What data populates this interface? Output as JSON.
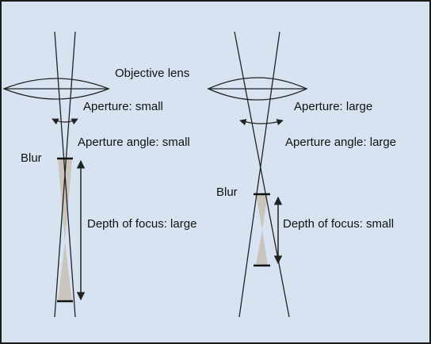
{
  "colors": {
    "background": "#d8e3f2",
    "border": "#1a1a1a",
    "line": "#222222",
    "blur_fill": "#c9c5bd"
  },
  "labels": {
    "objective_lens": "Objective lens",
    "left": {
      "aperture": "Aperture: small",
      "aperture_angle": "Aperture angle: small",
      "blur": "Blur",
      "depth_of_focus": "Depth of focus: large"
    },
    "right": {
      "aperture": "Aperture: large",
      "aperture_angle": "Aperture angle: large",
      "blur": "Blur",
      "depth_of_focus": "Depth of focus: small"
    }
  }
}
